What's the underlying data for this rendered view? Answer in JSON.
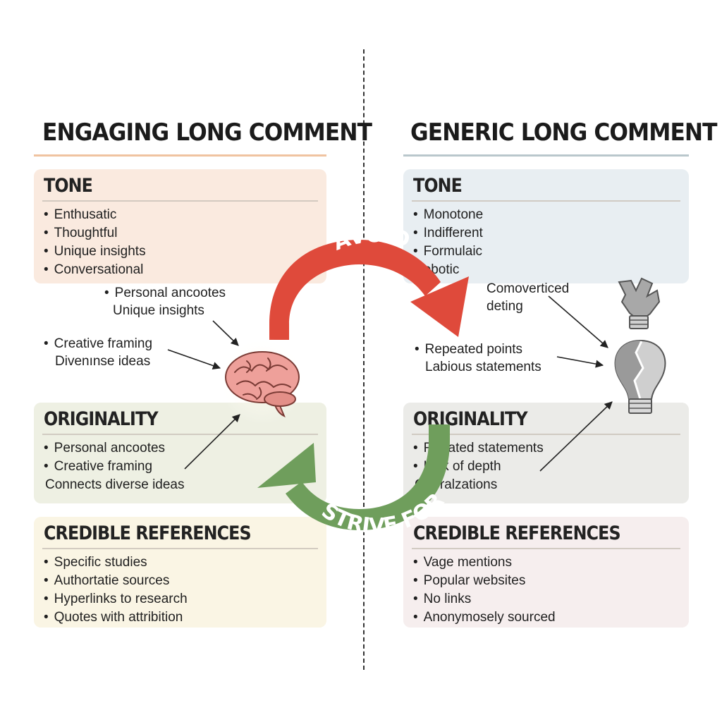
{
  "left": {
    "title": "ENGAGING LONG COMMENT",
    "tone": {
      "heading": "TONE",
      "items": [
        "Enthusatic",
        "Thoughtful",
        "Unique insights",
        "Conversational"
      ]
    },
    "originality": {
      "heading": "ORIGINALITY",
      "items": [
        "Personal ancootes",
        "Creative framing",
        "Connects diverse ideas"
      ]
    },
    "references": {
      "heading": "CREDIBLE REFERENCES",
      "items": [
        "Specific studies",
        "Authortatie sources",
        "Hyperlinks to research",
        "Quotes with attribition"
      ]
    },
    "note1": [
      "Personal ancootes",
      "Unique insights"
    ],
    "note2": [
      "Creative framing",
      "Divenınse ideas"
    ]
  },
  "right": {
    "title": "GENERIC LONG COMMENT",
    "tone": {
      "heading": "TONE",
      "items": [
        "Monotone",
        "Indifferent",
        "Formulaic",
        "Pobotic"
      ]
    },
    "originality": {
      "heading": "ORIGINALITY",
      "items": [
        "Reı ated statements",
        "Laık of depth",
        "Gı eralzations"
      ]
    },
    "references": {
      "heading": "CREDIBLE REFERENCES",
      "items": [
        "Vage mentions",
        "Popular websites",
        "No links",
        "Anonymosely sourced"
      ]
    },
    "note1": [
      "Comoverticed",
      "deting"
    ],
    "note2": [
      "Repeated points",
      "Labious statements"
    ]
  },
  "arrows": {
    "avoid_label": "AVOID",
    "strive_label": "STRIVE FOR"
  },
  "colors": {
    "avoid": "#df4a3b",
    "strive": "#6f9e5c",
    "brain": "#e98e86",
    "bulb": "#9a9a9a"
  },
  "icons": {
    "center": "brain-icon",
    "right_top": "broken-bulb-icon",
    "right_main": "cracked-lightbulb-icon"
  }
}
